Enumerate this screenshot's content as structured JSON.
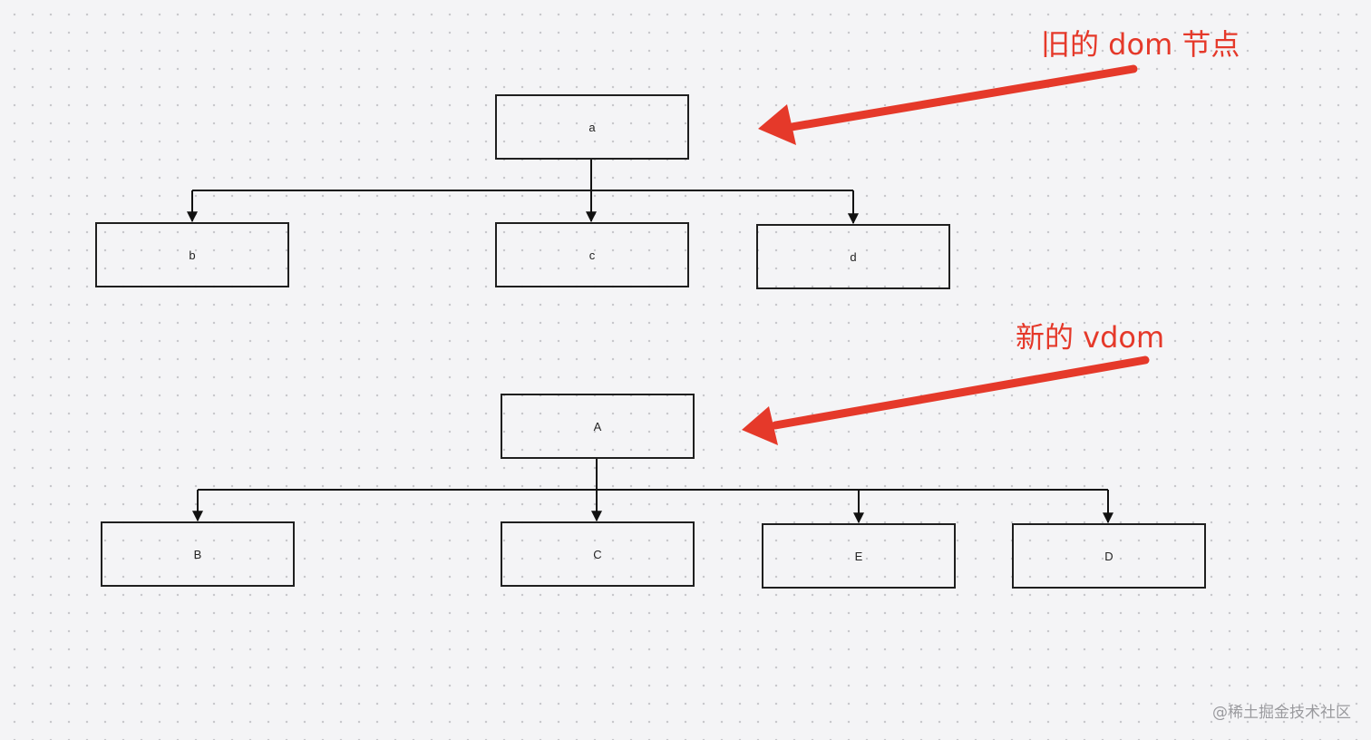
{
  "old_tree": {
    "annotation": "旧的 dom 节点",
    "root": {
      "label": "a"
    },
    "children": [
      {
        "label": "b"
      },
      {
        "label": "c"
      },
      {
        "label": "d"
      }
    ]
  },
  "new_tree": {
    "annotation": "新的 vdom",
    "root": {
      "label": "A"
    },
    "children": [
      {
        "label": "B"
      },
      {
        "label": "C"
      },
      {
        "label": "E"
      },
      {
        "label": "D"
      }
    ]
  },
  "colors": {
    "annotation": "#e5392a",
    "node_border": "#1f1f1f",
    "connector": "#111111",
    "background": "#f4f4f6"
  },
  "watermark": "@稀土掘金技术社区"
}
